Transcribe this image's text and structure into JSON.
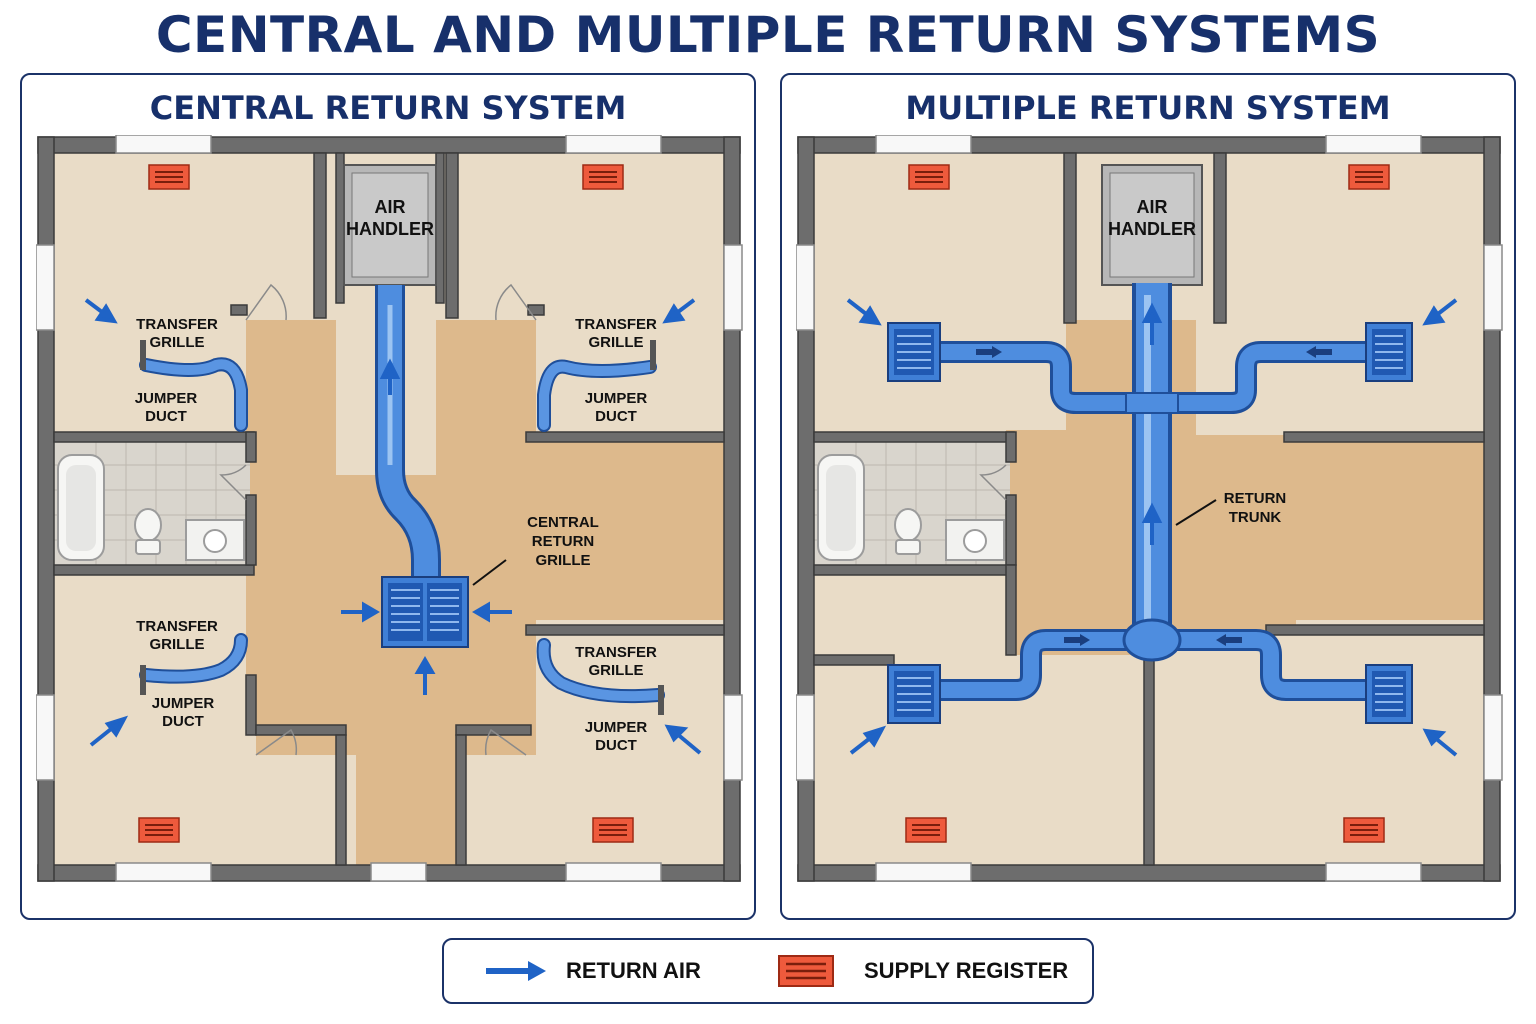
{
  "title": "CENTRAL AND MULTIPLE RETURN SYSTEMS",
  "colors": {
    "title_navy": "#17306b",
    "duct_blue": "#3f7fd6",
    "duct_dark": "#1f4f9a",
    "arrow_blue": "#1f63c6",
    "supply_red": "#ee5a3c",
    "floor_wood": "#dcb98f",
    "room_beige": "#e8d9c3",
    "wall_gray": "#6d6d6d"
  },
  "panels": {
    "central": {
      "title": "CENTRAL RETURN SYSTEM",
      "air_handler": [
        "AIR",
        "HANDLER"
      ],
      "transfer_grille": [
        "TRANSFER",
        "GRILLE"
      ],
      "jumper_duct": [
        "JUMPER",
        "DUCT"
      ],
      "central_return_grille": [
        "CENTRAL",
        "RETURN",
        "GRILLE"
      ]
    },
    "multiple": {
      "title": "MULTIPLE RETURN SYSTEM",
      "air_handler": [
        "AIR",
        "HANDLER"
      ],
      "return_trunk": [
        "RETURN",
        "TRUNK"
      ]
    }
  },
  "legend": {
    "return_air": "RETURN AIR",
    "supply_register": "SUPPLY REGISTER",
    "return_air_icon": "blue-arrow-icon",
    "supply_register_icon": "red-register-icon"
  }
}
